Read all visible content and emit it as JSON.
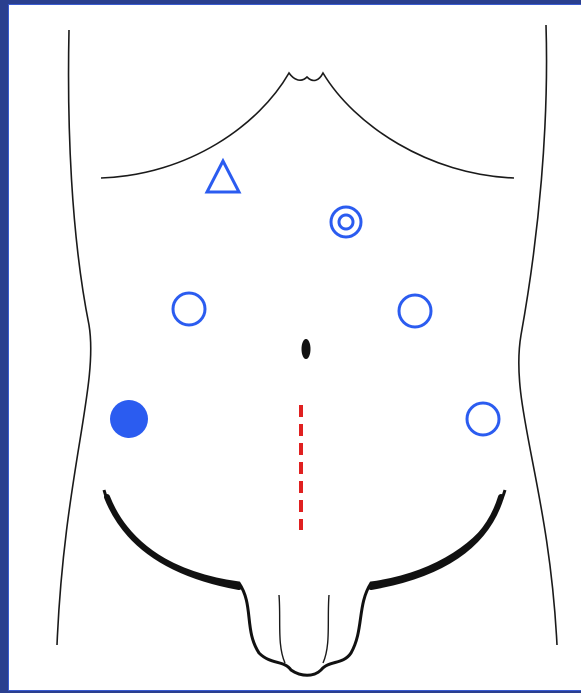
{
  "diagram": {
    "colors": {
      "outline": "#1a1a1a",
      "port": "#2b5cf0",
      "incision": "#e02020",
      "background": "#ffffff",
      "frame": "#2a3f8f"
    },
    "markers": [
      {
        "id": "epigastric-triangle",
        "shape": "triangle-outline"
      },
      {
        "id": "upper-midline-double-circle",
        "shape": "double-circle"
      },
      {
        "id": "left-upper-circle",
        "shape": "circle-outline"
      },
      {
        "id": "right-upper-circle",
        "shape": "circle-outline"
      },
      {
        "id": "right-lower-filled-circle",
        "shape": "circle-filled"
      },
      {
        "id": "left-lower-circle",
        "shape": "circle-outline"
      }
    ],
    "incision": {
      "style": "dashed",
      "orientation": "vertical",
      "location": "lower-midline"
    }
  }
}
